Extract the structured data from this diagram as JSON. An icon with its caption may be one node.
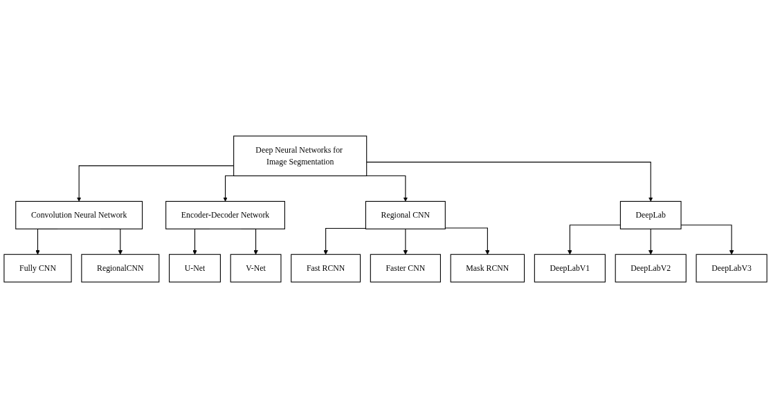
{
  "diagram": {
    "nodes": [
      {
        "text": [
          "Deep Neural Networks for Image Segmentation"
        ]
      },
      {
        "text": [
          "Convolution Neural Network"
        ]
      },
      {
        "text": [
          "Encoder-Decoder Network"
        ]
      },
      {
        "text": [
          "Regional CNN"
        ]
      },
      {
        "text": [
          "DeepLab"
        ]
      },
      {
        "text": [
          "Fully CNN"
        ]
      },
      {
        "text": [
          "RegionalCNN"
        ]
      },
      {
        "text": [
          "U-Net"
        ]
      },
      {
        "text": [
          "V-Net"
        ]
      },
      {
        "text": [
          "Fast RCNN"
        ]
      },
      {
        "text": [
          "Faster CNN"
        ]
      },
      {
        "text": [
          "Mask RCNN"
        ]
      },
      {
        "text": [
          "DeepLabV1"
        ]
      },
      {
        "text": [
          "DeepLabV2"
        ]
      },
      {
        "text": [
          "DeepLabV3"
        ]
      }
    ],
    "edges": [
      {
        "from": 0,
        "to": 1,
        "arrow": "to"
      },
      {
        "from": 0,
        "to": 2,
        "arrow": "to"
      },
      {
        "from": 0,
        "to": 3,
        "arrow": "to"
      },
      {
        "from": 0,
        "to": 4,
        "arrow": "to"
      },
      {
        "from": 1,
        "to": 5,
        "arrow": "to"
      },
      {
        "from": 1,
        "to": 6,
        "arrow": "to"
      },
      {
        "from": 2,
        "to": 7,
        "arrow": "to"
      },
      {
        "from": 2,
        "to": 8,
        "arrow": "to"
      },
      {
        "from": 3,
        "to": 9,
        "arrow": "to"
      },
      {
        "from": 3,
        "to": 10,
        "arrow": "to"
      },
      {
        "from": 3,
        "to": 11,
        "arrow": "to"
      },
      {
        "from": 4,
        "to": 12,
        "arrow": "to"
      },
      {
        "from": 4,
        "to": 13,
        "arrow": "to"
      },
      {
        "from": 4,
        "to": 14,
        "arrow": "to"
      }
    ]
  }
}
